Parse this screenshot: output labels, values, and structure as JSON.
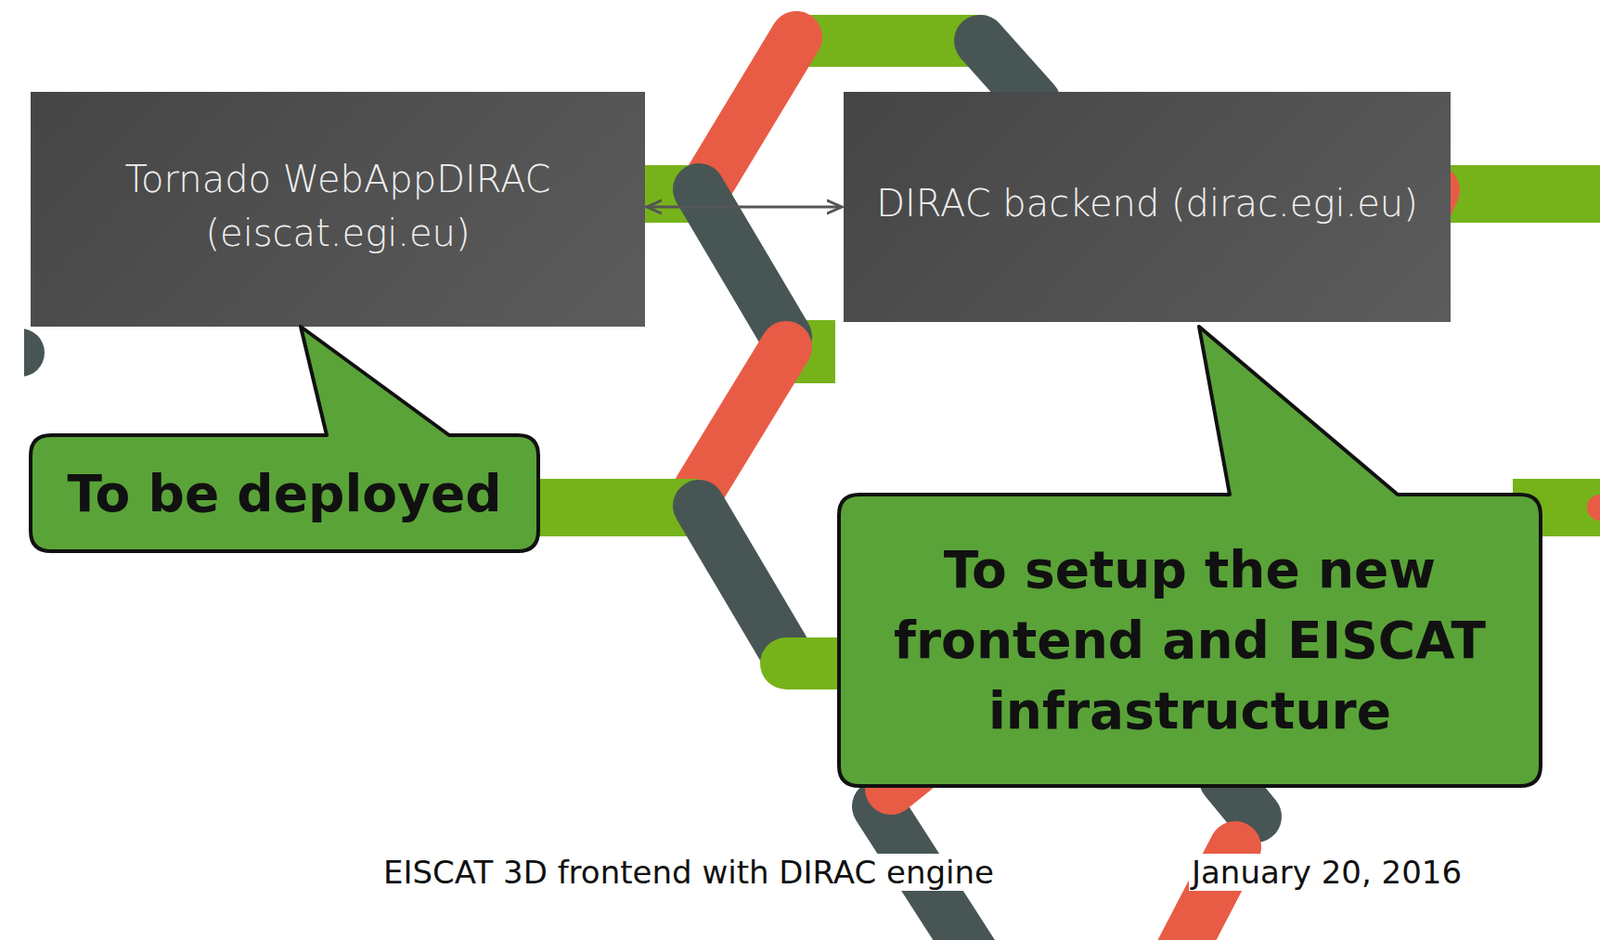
{
  "diagram": {
    "nodes": [
      {
        "text": [
          "Tornado WebAppDIRAC (eiscat.egi.eu)"
        ]
      },
      {
        "text": [
          "DIRAC backend (dirac.egi.eu)"
        ]
      },
      {
        "text": [
          "To be deployed"
        ]
      },
      {
        "text": [
          "To setup the new frontend and EISCAT infrastructure"
        ]
      }
    ],
    "edges": [
      {
        "from": 0,
        "to": 1,
        "arrow": "both"
      }
    ],
    "labels": [
      "EISCAT 3D frontend with DIRAC  engine",
      "January 20, 2016"
    ]
  }
}
